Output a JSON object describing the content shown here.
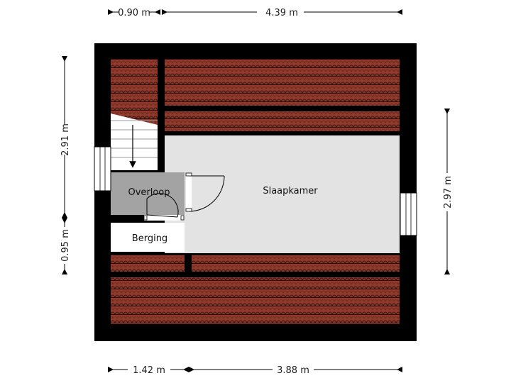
{
  "rooms": {
    "slaapkamer": "Slaapkamer",
    "overloop": "Overloop",
    "berging": "Berging"
  },
  "dimensions": {
    "top_left": "0.90 m",
    "top_right": "4.39 m",
    "left_upper": "2.91 m",
    "left_lower": "0.95 m",
    "right": "2.97 m",
    "bottom_left": "1.42 m",
    "bottom_right": "3.88 m"
  },
  "colors": {
    "wall": "#000000",
    "roof_tile": "#8e3a2c",
    "roof_line": "#2a0c08",
    "bedroom_floor": "#e3e3e3",
    "landing_floor": "#a3a3a3",
    "storage_floor": "#ffffff",
    "dimension_line": "#000000"
  },
  "icons": [
    "door-swing-icon",
    "stair-arrow-icon",
    "window-icon",
    "roof-tiles-icon"
  ]
}
